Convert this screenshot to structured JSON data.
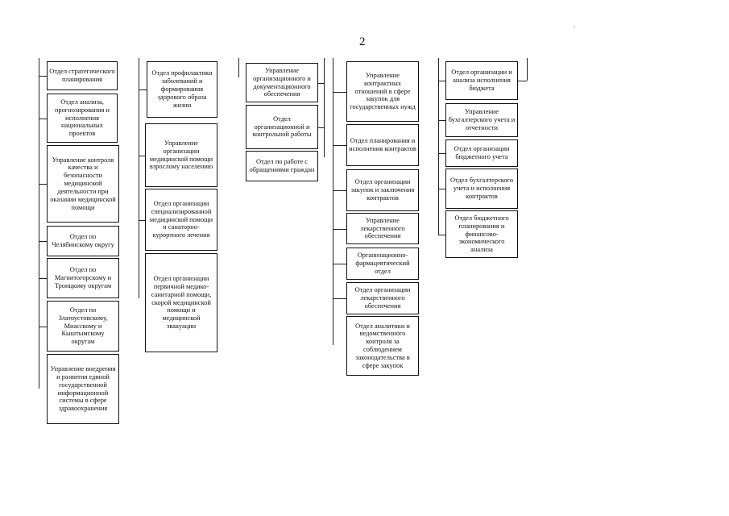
{
  "page": {
    "number": "2",
    "corner_mark": "."
  },
  "columns": [
    {
      "id": "col1",
      "boxes": [
        "Отдел стратегического планирования",
        "Отдел анализа, прогнозирования и исполнения национальных проектов",
        "Управление контроля качества и безопасности медицинской деятельности при оказании медицинской помощи",
        "Отдел по Челябинскому округу",
        "Отдел по Магнитогорскому и Троицкому округам",
        "Отдел по Златоустовскому, Миасскому и Кыштымскому округам",
        "Управление внедрения и развития единой государственной информационной системы в сфере здравоохранения"
      ]
    },
    {
      "id": "col2",
      "boxes": [
        "Отдел профилактики заболеваний и формирования здорового образа жизни",
        "Управление организации медицинской помощи взрослому населению",
        "Отдел организации специализированной медицинской помощи и санаторно-курортного лечения",
        "Отдел организации первичной медико-санитарной помощи, скорой медицинской помощи и медицинской эвакуации"
      ]
    },
    {
      "id": "col3",
      "boxes": [
        "Управление организационного и документационного обеспечения",
        "Отдел организационной и контрольной работы",
        "Отдел по работе с обращениями граждан"
      ]
    },
    {
      "id": "col4",
      "boxes": [
        "Управление контрактных отношений в сфере закупок для государственных нужд",
        "Отдел планирования и исполнения контрактов",
        "Отдел организации закупок и заключения контрактов",
        "Управление лекарственного обеспечения",
        "Организационно-фармацевтический отдел",
        "Отдел организации лекарственного обеспечения",
        "Отдел аналитики и ведомственного контроля за соблюдением законодательства в сфере закупок"
      ]
    },
    {
      "id": "col5",
      "boxes": [
        "Отдел организации и анализа исполнения бюджета",
        "Управление бухгалтерского учета и отчетности",
        "Отдел организации бюджетного учета",
        "Отдел бухгалтерского учета и исполнения контрактов",
        "Отдел бюджетного планирования и финансово-экономического анализа"
      ]
    }
  ]
}
